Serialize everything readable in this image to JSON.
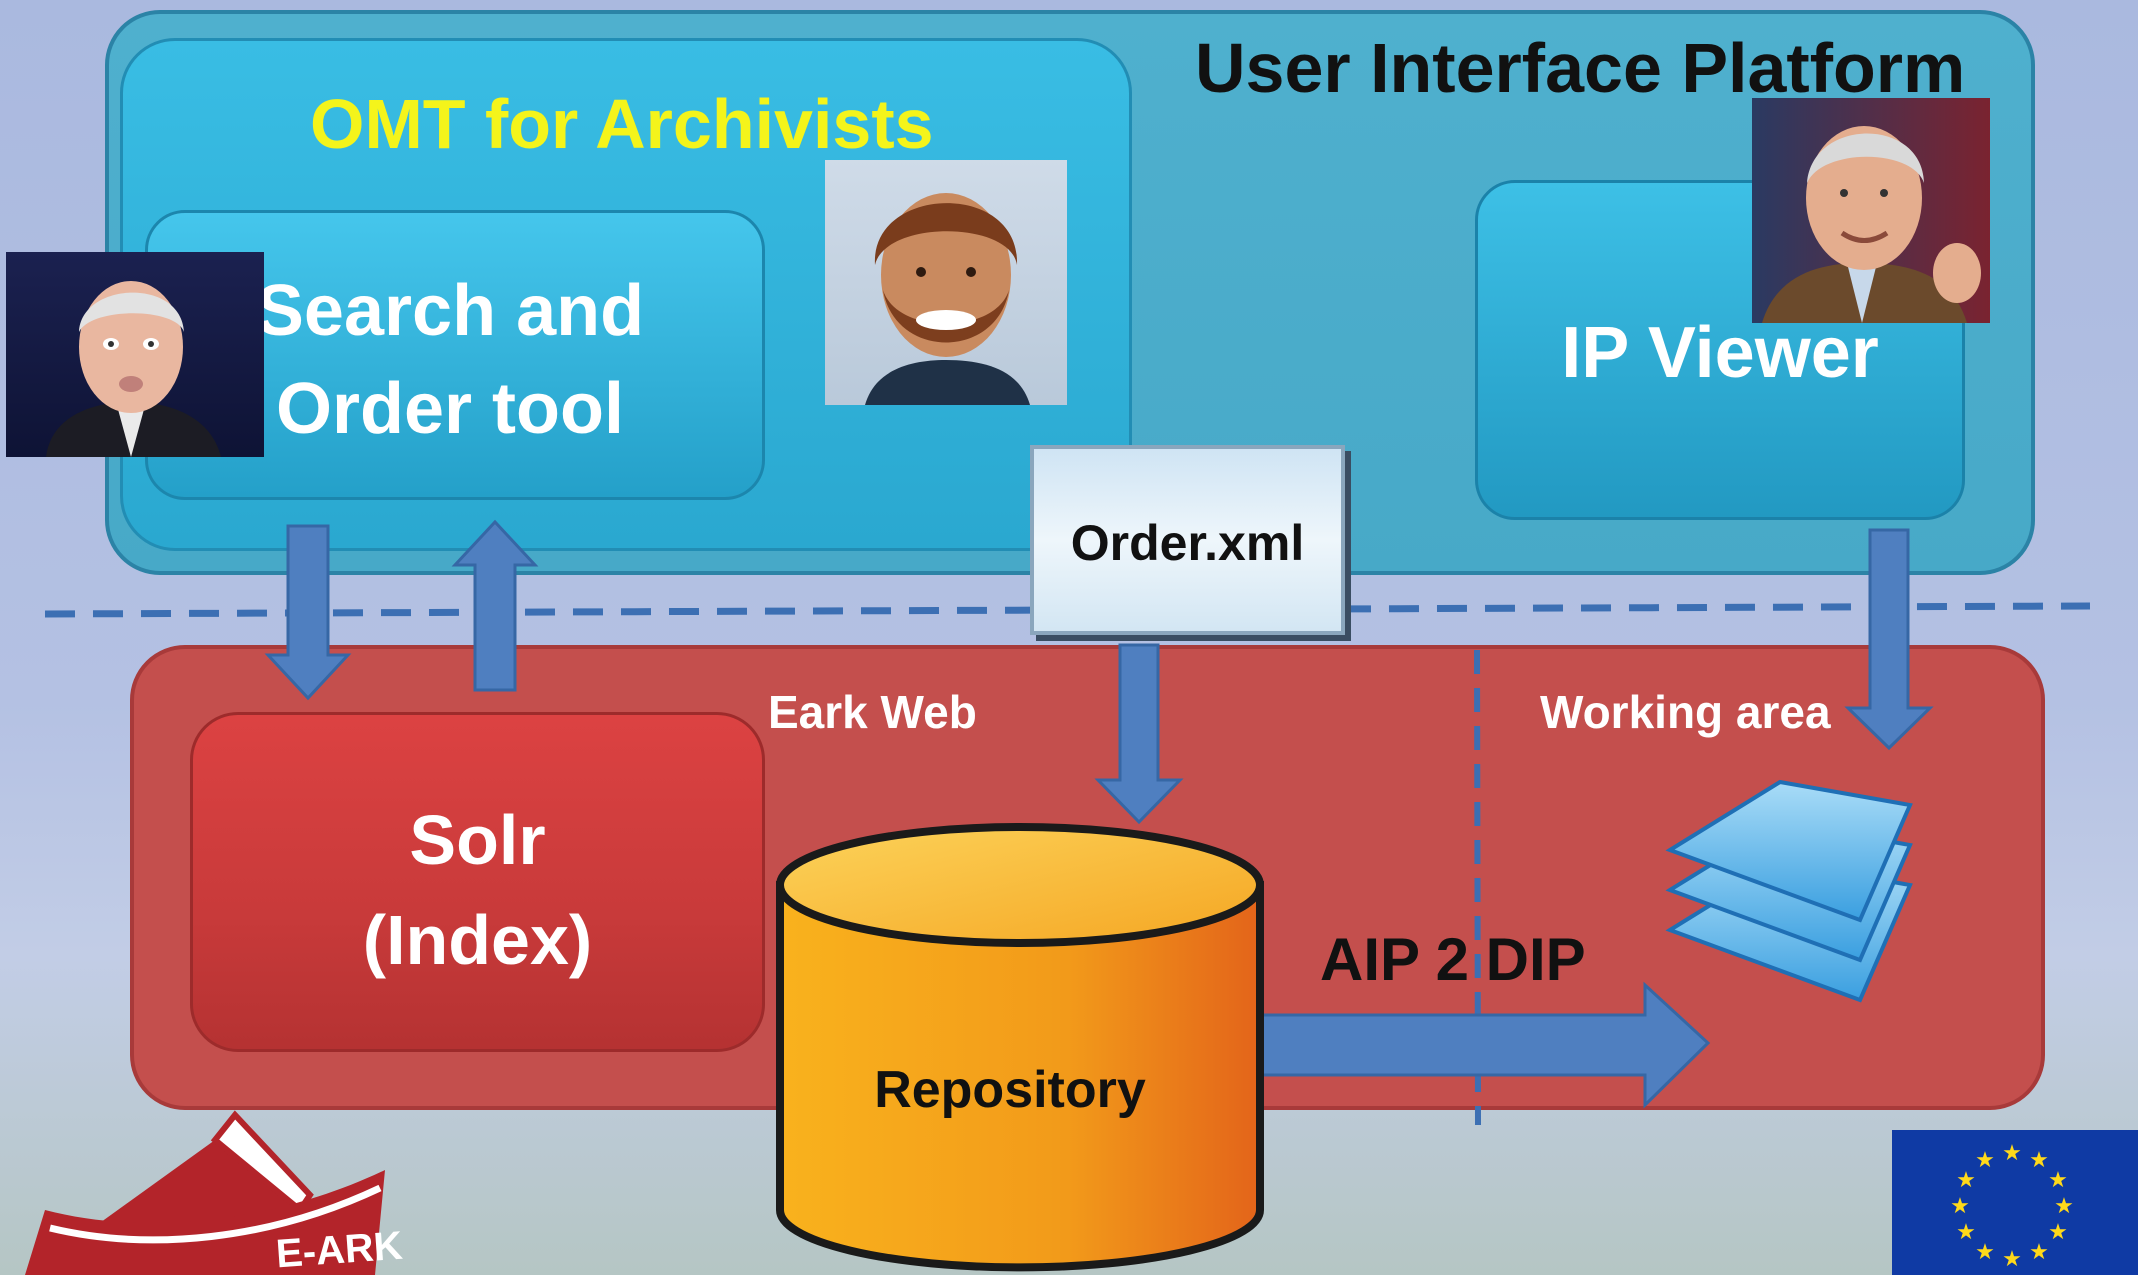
{
  "platform": {
    "title": "User Interface Platform"
  },
  "omt": {
    "title": "OMT for Archivists"
  },
  "search_tool": {
    "line1": "Search and",
    "line2": "Order tool"
  },
  "ip_viewer": {
    "label": "IP Viewer"
  },
  "order_file": {
    "label": "Order.xml"
  },
  "eark_web": {
    "label": "Eark Web"
  },
  "working_area": {
    "label": "Working area"
  },
  "solr": {
    "line1": "Solr",
    "line2": "(Index)"
  },
  "repository": {
    "label": "Repository"
  },
  "aip2dip": {
    "label": "AIP 2 DIP"
  },
  "logo": {
    "text": "E-ARK"
  },
  "icons": [
    "arrow-down-icon",
    "arrow-up-icon",
    "database-icon",
    "document-stack-icon",
    "eu-flag-icon",
    "ark-logo-icon"
  ],
  "colors": {
    "platform": "#47a9c8",
    "omt": "#2aa8d0",
    "eark": "#c44f4d",
    "solr": "#c83a3a",
    "arrow": "#4f7fc0",
    "repository": "#f5a21d",
    "omt_title": "#f4f41b"
  }
}
